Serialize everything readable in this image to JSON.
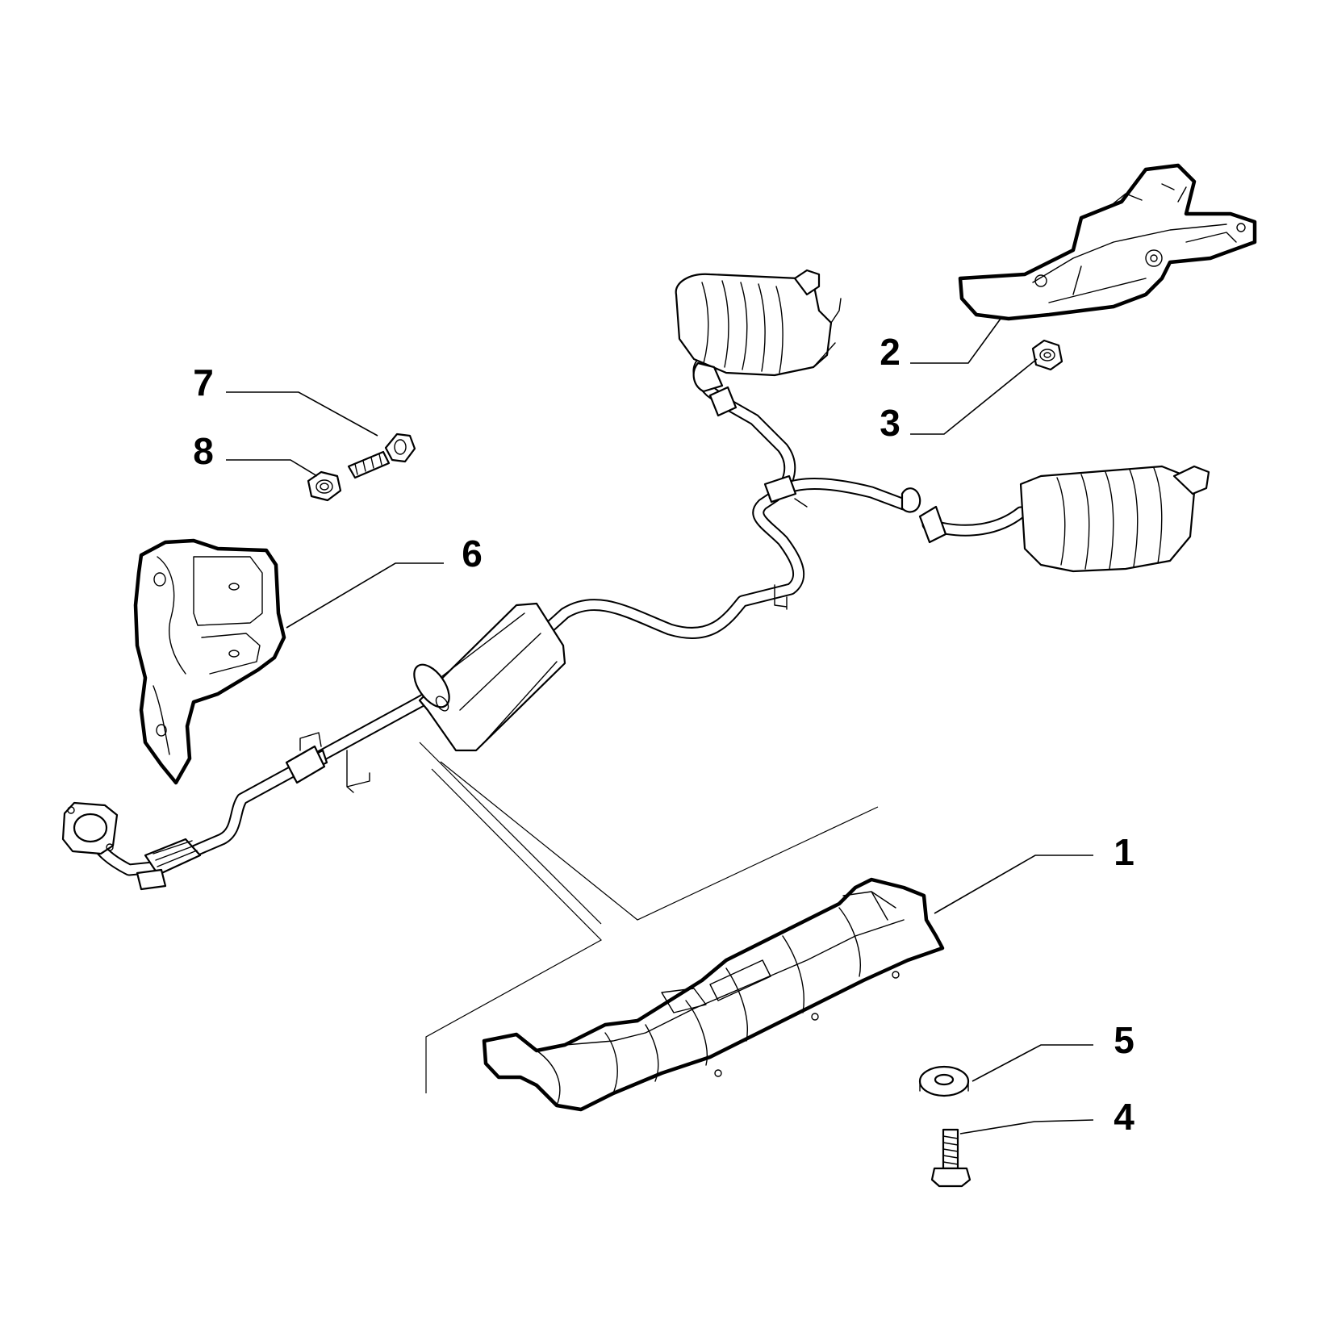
{
  "callouts": [
    {
      "id": "1",
      "label": "1"
    },
    {
      "id": "2",
      "label": "2"
    },
    {
      "id": "3",
      "label": "3"
    },
    {
      "id": "4",
      "label": "4"
    },
    {
      "id": "5",
      "label": "5"
    },
    {
      "id": "6",
      "label": "6"
    },
    {
      "id": "7",
      "label": "7"
    },
    {
      "id": "8",
      "label": "8"
    }
  ],
  "colors": {
    "ink": "#000000",
    "paper": "#ffffff"
  }
}
